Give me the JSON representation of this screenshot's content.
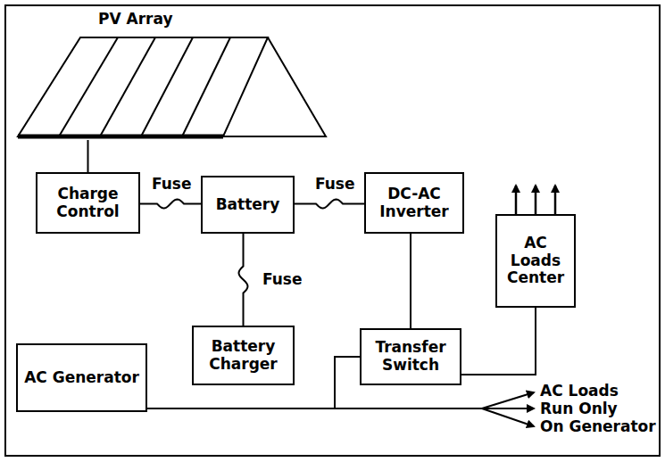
{
  "diagram": {
    "nodes": [
      {
        "text": [
          "PV Array"
        ]
      },
      {
        "text": [
          "Charge Control"
        ]
      },
      {
        "text": [
          "Battery"
        ]
      },
      {
        "text": [
          "DC-AC Inverter"
        ]
      },
      {
        "text": [
          "AC Loads Center"
        ]
      },
      {
        "text": [
          "Battery Charger"
        ]
      },
      {
        "text": [
          "AC Generator"
        ]
      },
      {
        "text": [
          "Transfer Switch"
        ]
      }
    ],
    "edges": [
      {
        "from": 0,
        "to": 1,
        "arrow": "none"
      },
      {
        "from": 1,
        "to": 2,
        "arrow": "none"
      },
      {
        "from": 2,
        "to": 3,
        "arrow": "none"
      },
      {
        "from": 2,
        "to": 5,
        "arrow": "none"
      },
      {
        "from": 3,
        "to": 7,
        "arrow": "none"
      },
      {
        "from": 7,
        "to": 4,
        "arrow": "none"
      },
      {
        "from": 6,
        "to": 7,
        "arrow": "none"
      }
    ],
    "labels": [
      "Fuse",
      "Fuse",
      "Fuse",
      "AC Loads Run Only On Generator"
    ]
  }
}
